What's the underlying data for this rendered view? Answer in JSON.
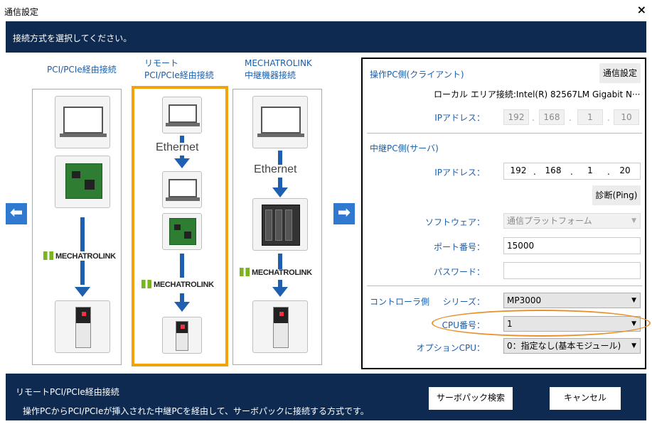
{
  "window": {
    "title": "通信設定",
    "close": "×"
  },
  "header": {
    "message": "接続方式を選択してください。"
  },
  "methods": [
    {
      "line1": "PCI/PCIe経由接続",
      "line2": ""
    },
    {
      "line1": "リモート",
      "line2": "PCI/PCIe経由接続",
      "selected": true
    },
    {
      "line1": "MECHATROLINK",
      "line2": "中継機器接続"
    }
  ],
  "diagram": {
    "ethernet": "Ethernet",
    "mechatrolink": "MECHATROLINK"
  },
  "nav": {
    "prev": "⬅",
    "next": "➡"
  },
  "client": {
    "section": "操作PC側(クライアント)",
    "comm_button": "通信設定",
    "local_area": "ローカル エリア接続:Intel(R) 82567LM Gigabit N···",
    "ip_label": "IPアドレス：",
    "ip": [
      "192",
      "168",
      "1",
      "10"
    ]
  },
  "server": {
    "section": "中継PC側(サーバ)",
    "ip_label": "IPアドレス：",
    "ip": [
      "192",
      "168",
      "1",
      "20"
    ],
    "diag_button": "診断(Ping)",
    "software_label": "ソフトウェア：",
    "software_value": "通信プラットフォーム",
    "port_label": "ポート番号：",
    "port_value": "15000",
    "password_label": "パスワード：",
    "password_value": ""
  },
  "controller": {
    "section": "コントローラ側",
    "series_label": "シリーズ：",
    "series_value": "MP3000",
    "cpu_label": "CPU番号：",
    "cpu_value": "1",
    "option_label": "オプションCPU：",
    "option_value": "0：指定なし(基本モジュール)"
  },
  "ip_dot": ".",
  "caret": "▼",
  "footer": {
    "title": "リモートPCI/PCIe経由接続",
    "description": "操作PCからPCI/PCIeが挿入された中継PCを経由して、サーボパックに接続する方式です。",
    "search_button": "サーボパック検索",
    "cancel_button": "キャンセル"
  },
  "colors": {
    "accent_blue": "#1a5ea8",
    "header_bg": "#0f2a50",
    "selected_border": "#f2a20a",
    "highlight": "#e8922a"
  }
}
